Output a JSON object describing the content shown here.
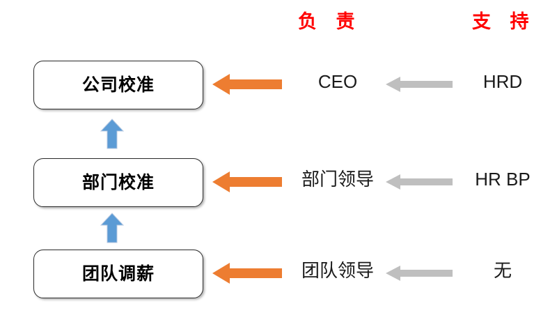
{
  "diagram": {
    "columns": {
      "responsible": "负 责",
      "support": "支 持"
    },
    "colors": {
      "header_red": "#FF0000",
      "box_border": "#2b2b2b",
      "blue_arrow": "#5B9BD5",
      "orange_arrow": "#ED7D31",
      "gray_arrow": "#BFBFBF",
      "text": "#1a1a1a",
      "background": "#FFFFFF"
    },
    "rows": [
      {
        "stage": "公司校准",
        "responsible": "CEO",
        "support": "HRD"
      },
      {
        "stage": "部门校准",
        "responsible": "部门领导",
        "support": "HR BP"
      },
      {
        "stage": "团队调薪",
        "responsible": "团队领导",
        "support": "无"
      }
    ],
    "connectors": {
      "escalation_up": "blue-up-arrow",
      "responsible_to_stage": "orange-left-arrow",
      "support_to_responsible": "gray-left-arrow"
    }
  }
}
